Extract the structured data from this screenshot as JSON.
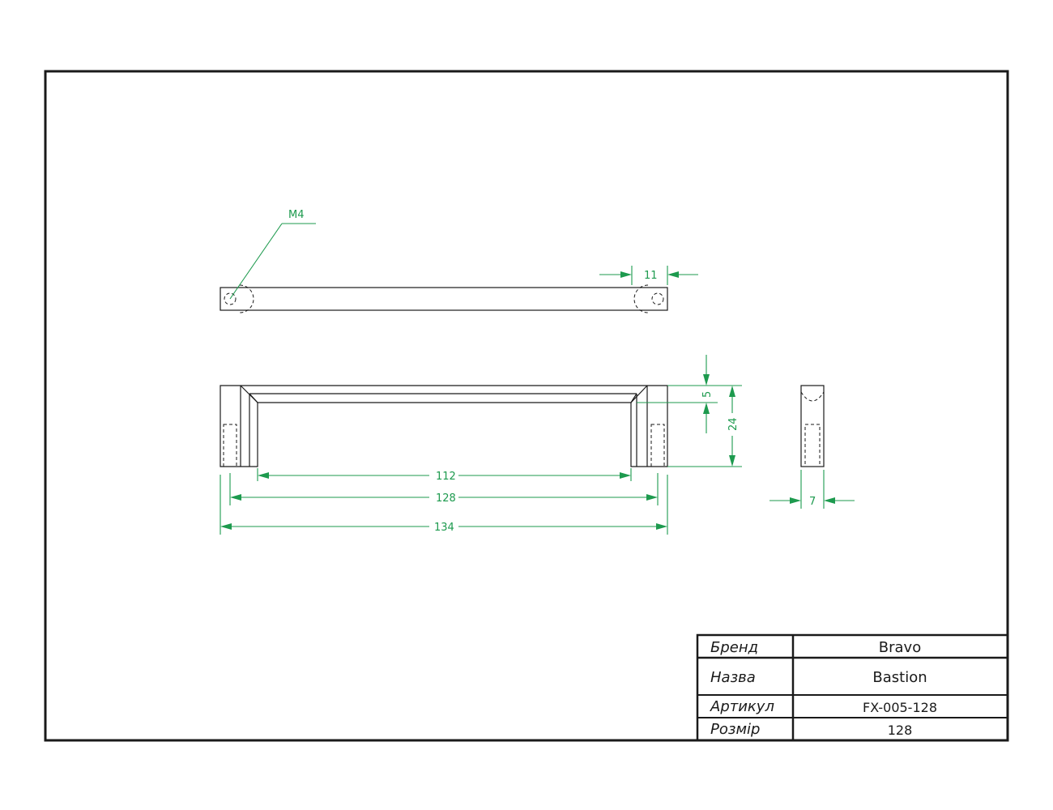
{
  "dimensions": {
    "thread": "M4",
    "hole_offset": "11",
    "top_thickness": "5",
    "height": "24",
    "inner_length": "112",
    "center_distance": "128",
    "overall_length": "134",
    "depth": "7"
  },
  "title_block": {
    "rows": [
      {
        "label": "Бренд",
        "value": "Bravo"
      },
      {
        "label": "Назва",
        "value": "Bastion"
      },
      {
        "label": "Артикул",
        "value": "FX-005-128"
      },
      {
        "label": "Розмір",
        "value": "128"
      }
    ]
  },
  "colors": {
    "outline": "#1a1a1a",
    "dimension": "#1d9a4e"
  }
}
